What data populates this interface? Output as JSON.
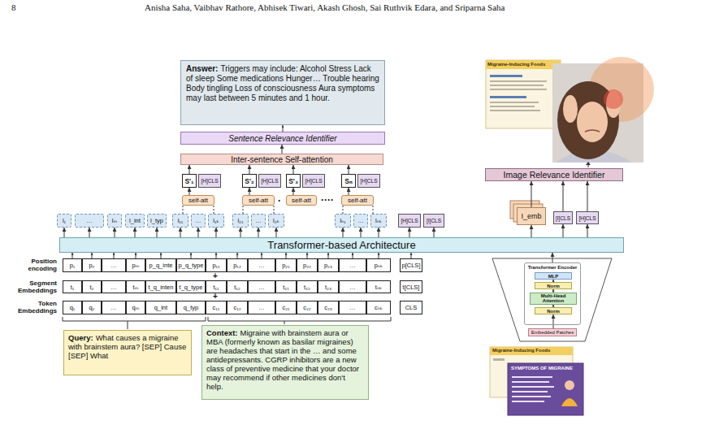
{
  "diagram": {
    "nodes": [
      {
        "text": [
          "Answer:",
          "Triggers may include: Alcohol Stress Lack of sleep Some medications Hunger… Trouble hearing Body tingling Loss of consciousness Aura symptoms may last between 5 minutes and 1 hour."
        ]
      },
      {
        "text": [
          "Sentence Relevance Identifier"
        ]
      },
      {
        "text": [
          "Inter-sentence Self-attention"
        ]
      },
      {
        "text": [
          "S'₁"
        ]
      },
      {
        "text": [
          "[H]CLS"
        ]
      },
      {
        "text": [
          "S'₂"
        ]
      },
      {
        "text": [
          "[H]CLS"
        ]
      },
      {
        "text": [
          "S'₃"
        ]
      },
      {
        "text": [
          "[H]CLS"
        ]
      },
      {
        "text": [
          "Sₙ"
        ]
      },
      {
        "text": [
          "[H]CLS"
        ]
      },
      {
        "text": [
          "self-att"
        ]
      },
      {
        "text": [
          "self-att"
        ]
      },
      {
        "text": [
          "self-att"
        ]
      },
      {
        "text": [
          "self-att"
        ]
      },
      {
        "text": [
          "l₁"
        ]
      },
      {
        "text": [
          "…"
        ]
      },
      {
        "text": [
          "lₘ"
        ]
      },
      {
        "text": [
          "l_int"
        ]
      },
      {
        "text": [
          "l_typ"
        ]
      },
      {
        "text": [
          "l₁₁"
        ]
      },
      {
        "text": [
          "…"
        ]
      },
      {
        "text": [
          "l₁ₖ"
        ]
      },
      {
        "text": [
          "l₂₁"
        ]
      },
      {
        "text": [
          "…"
        ]
      },
      {
        "text": [
          "l₂ₖ"
        ]
      },
      {
        "text": [
          "lₙ₁"
        ]
      },
      {
        "text": [
          "…"
        ]
      },
      {
        "text": [
          "lₙₖ"
        ]
      },
      {
        "text": [
          "[H]CLS"
        ]
      },
      {
        "text": [
          "[I]CLS"
        ]
      },
      {
        "text": [
          "Transformer-based Architecture"
        ]
      },
      {
        "text": [
          "p₁"
        ]
      },
      {
        "text": [
          "p₂"
        ]
      },
      {
        "text": [
          "…"
        ]
      },
      {
        "text": [
          "pₘ"
        ]
      },
      {
        "text": [
          "p_q_inte"
        ]
      },
      {
        "text": [
          "p_q_type"
        ]
      },
      {
        "text": [
          "p₁₁"
        ]
      },
      {
        "text": [
          "p₁₂"
        ]
      },
      {
        "text": [
          "…"
        ]
      },
      {
        "text": [
          "p₂₁"
        ]
      },
      {
        "text": [
          "p₂₂"
        ]
      },
      {
        "text": [
          "p₂₃"
        ]
      },
      {
        "text": [
          "…"
        ]
      },
      {
        "text": [
          "pₙₖ"
        ]
      },
      {
        "text": [
          "p[CLS]"
        ]
      },
      {
        "text": [
          "t₁"
        ]
      },
      {
        "text": [
          "t₂"
        ]
      },
      {
        "text": [
          "…"
        ]
      },
      {
        "text": [
          "tₘ"
        ]
      },
      {
        "text": [
          "t_q_inten"
        ]
      },
      {
        "text": [
          "t_q_type"
        ]
      },
      {
        "text": [
          "t₁₁"
        ]
      },
      {
        "text": [
          "t₁₂"
        ]
      },
      {
        "text": [
          "…"
        ]
      },
      {
        "text": [
          "t₂₁"
        ]
      },
      {
        "text": [
          "t₂₂"
        ]
      },
      {
        "text": [
          "t₂₃"
        ]
      },
      {
        "text": [
          "…"
        ]
      },
      {
        "text": [
          "tₙₖ"
        ]
      },
      {
        "text": [
          "t[CLS]"
        ]
      },
      {
        "text": [
          "q₁"
        ]
      },
      {
        "text": [
          "q₂"
        ]
      },
      {
        "text": [
          "…"
        ]
      },
      {
        "text": [
          "qₘ"
        ]
      },
      {
        "text": [
          "q_int"
        ]
      },
      {
        "text": [
          "q_typ"
        ]
      },
      {
        "text": [
          "c₁₁"
        ]
      },
      {
        "text": [
          "c₁₂"
        ]
      },
      {
        "text": [
          "…"
        ]
      },
      {
        "text": [
          "c₂₁"
        ]
      },
      {
        "text": [
          "c₂₂"
        ]
      },
      {
        "text": [
          "c₂₃"
        ]
      },
      {
        "text": [
          "…"
        ]
      },
      {
        "text": [
          "cₙₖ"
        ]
      },
      {
        "text": [
          "CLS"
        ]
      },
      {
        "text": [
          "Query:",
          "What causes a migraine with brainstem aura? [SEP] Cause [SEP] What"
        ]
      },
      {
        "text": [
          "Context:",
          "Migraine with brainstem aura or MBA (formerly known as basilar migraines) are headaches that start in the … and some antidepressants. CGRP inhibitors are a new class of preventive medicine that your doctor may recommend if other medicines don't help."
        ]
      },
      {
        "text": [
          "Image Relevance Identifier"
        ]
      },
      {
        "text": [
          "I_emb"
        ]
      },
      {
        "text": [
          "[I]CLS"
        ]
      },
      {
        "text": [
          "[H]CLS"
        ]
      },
      {
        "text": [
          "Transformer Encoder"
        ]
      },
      {
        "text": [
          "MLP"
        ],
        "in": 83
      },
      {
        "text": [
          "Norm"
        ],
        "in": 83
      },
      {
        "text": [
          "Multi-Head Attention"
        ],
        "in": 83
      },
      {
        "text": [
          "Norm"
        ],
        "in": 83
      },
      {
        "text": [
          "Embedded Patches"
        ]
      }
    ],
    "edges": [
      {
        "from": 1,
        "to": 0,
        "arrow": "to"
      },
      {
        "from": 2,
        "to": 1,
        "arrow": "to"
      },
      {
        "from": 3,
        "to": 2,
        "arrow": "to"
      },
      {
        "from": 5,
        "to": 2,
        "arrow": "to"
      },
      {
        "from": 7,
        "to": 2,
        "arrow": "to"
      },
      {
        "from": 9,
        "to": 2,
        "arrow": "to"
      },
      {
        "from": 11,
        "to": 3,
        "arrow": "to"
      },
      {
        "from": 12,
        "to": 5,
        "arrow": "to"
      },
      {
        "from": 13,
        "to": 7,
        "arrow": "to"
      },
      {
        "from": 14,
        "to": 9,
        "arrow": "to"
      },
      {
        "from": 20,
        "to": 11,
        "arrow": "none"
      },
      {
        "from": 22,
        "to": 11,
        "arrow": "none"
      },
      {
        "from": 23,
        "to": 12,
        "arrow": "none"
      },
      {
        "from": 25,
        "to": 12,
        "arrow": "none"
      },
      {
        "from": 26,
        "to": 14,
        "arrow": "none"
      },
      {
        "from": 28,
        "to": 14,
        "arrow": "none"
      },
      {
        "from": 31,
        "to": 15,
        "arrow": "to"
      },
      {
        "from": 31,
        "to": 16,
        "arrow": "to"
      },
      {
        "from": 31,
        "to": 17,
        "arrow": "to"
      },
      {
        "from": 31,
        "to": 18,
        "arrow": "to"
      },
      {
        "from": 31,
        "to": 19,
        "arrow": "to"
      },
      {
        "from": 31,
        "to": 20,
        "arrow": "to"
      },
      {
        "from": 31,
        "to": 21,
        "arrow": "to"
      },
      {
        "from": 31,
        "to": 22,
        "arrow": "to"
      },
      {
        "from": 31,
        "to": 23,
        "arrow": "to"
      },
      {
        "from": 31,
        "to": 24,
        "arrow": "to"
      },
      {
        "from": 31,
        "to": 25,
        "arrow": "to"
      },
      {
        "from": 31,
        "to": 26,
        "arrow": "to"
      },
      {
        "from": 31,
        "to": 27,
        "arrow": "to"
      },
      {
        "from": 31,
        "to": 28,
        "arrow": "to"
      },
      {
        "from": 31,
        "to": 29,
        "arrow": "to"
      },
      {
        "from": 31,
        "to": 30,
        "arrow": "to"
      },
      {
        "from": 32,
        "to": 31,
        "arrow": "to"
      },
      {
        "from": 33,
        "to": 31,
        "arrow": "to"
      },
      {
        "from": 34,
        "to": 31,
        "arrow": "to"
      },
      {
        "from": 35,
        "to": 31,
        "arrow": "to"
      },
      {
        "from": 36,
        "to": 31,
        "arrow": "to"
      },
      {
        "from": 37,
        "to": 31,
        "arrow": "to"
      },
      {
        "from": 38,
        "to": 31,
        "arrow": "to"
      },
      {
        "from": 39,
        "to": 31,
        "arrow": "to"
      },
      {
        "from": 40,
        "to": 31,
        "arrow": "to"
      },
      {
        "from": 41,
        "to": 31,
        "arrow": "to"
      },
      {
        "from": 42,
        "to": 31,
        "arrow": "to"
      },
      {
        "from": 43,
        "to": 31,
        "arrow": "to"
      },
      {
        "from": 44,
        "to": 31,
        "arrow": "to"
      },
      {
        "from": 45,
        "to": 31,
        "arrow": "to"
      },
      {
        "from": 46,
        "to": 31,
        "arrow": "to"
      },
      {
        "from": 31,
        "to": 80,
        "arrow": "to"
      },
      {
        "from": 31,
        "to": 81,
        "arrow": "to"
      },
      {
        "from": 31,
        "to": 82,
        "arrow": "to"
      },
      {
        "from": 80,
        "to": 79,
        "arrow": "to"
      },
      {
        "from": 81,
        "to": 79,
        "arrow": "to"
      },
      {
        "from": 82,
        "to": 79,
        "arrow": "to"
      },
      {
        "from": 83,
        "to": 31,
        "arrow": "to"
      },
      {
        "from": 88,
        "to": 87,
        "arrow": "to"
      },
      {
        "from": 87,
        "to": 86,
        "arrow": "to"
      },
      {
        "from": 86,
        "to": 85,
        "arrow": "to"
      },
      {
        "from": 85,
        "to": 84,
        "arrow": "to"
      }
    ],
    "labels": [
      "8",
      "Anisha Saha, Vaibhav Rathore, Abhisek Tiwari, Akash Ghosh, Sai Ruthvik Edara, and Sriparna Saha",
      "·",
      "····",
      "Position encoding",
      "Segment Embeddings",
      "Token Embeddings",
      "+",
      "+",
      "Migraine-Inducing Foods",
      "Migraine-Inducing Foods",
      "SYMPTOMS OF MIGRAINE"
    ]
  }
}
